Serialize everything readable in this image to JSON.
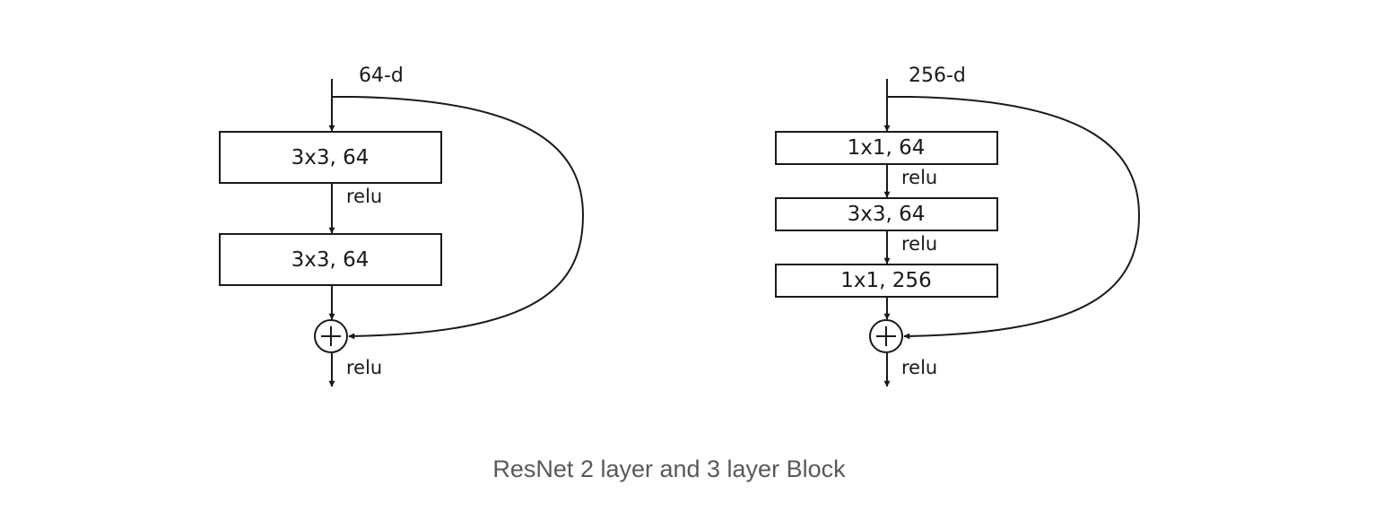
{
  "caption": "ResNet 2 layer and 3 layer Block",
  "colors": {
    "stroke": "#1a1a1a",
    "caption": "#595959",
    "background": "#ffffff"
  },
  "blocks": [
    {
      "name": "two-layer-block",
      "input_label": "64-d",
      "layers": [
        {
          "label": "3x3, 64",
          "activation": "relu"
        },
        {
          "label": "3x3, 64",
          "activation": ""
        }
      ],
      "merge_symbol": "+",
      "output_activation": "relu"
    },
    {
      "name": "three-layer-block",
      "input_label": "256-d",
      "layers": [
        {
          "label": "1x1, 64",
          "activation": "relu"
        },
        {
          "label": "3x3, 64",
          "activation": "relu"
        },
        {
          "label": "1x1, 256",
          "activation": ""
        }
      ],
      "merge_symbol": "+",
      "output_activation": "relu"
    }
  ]
}
